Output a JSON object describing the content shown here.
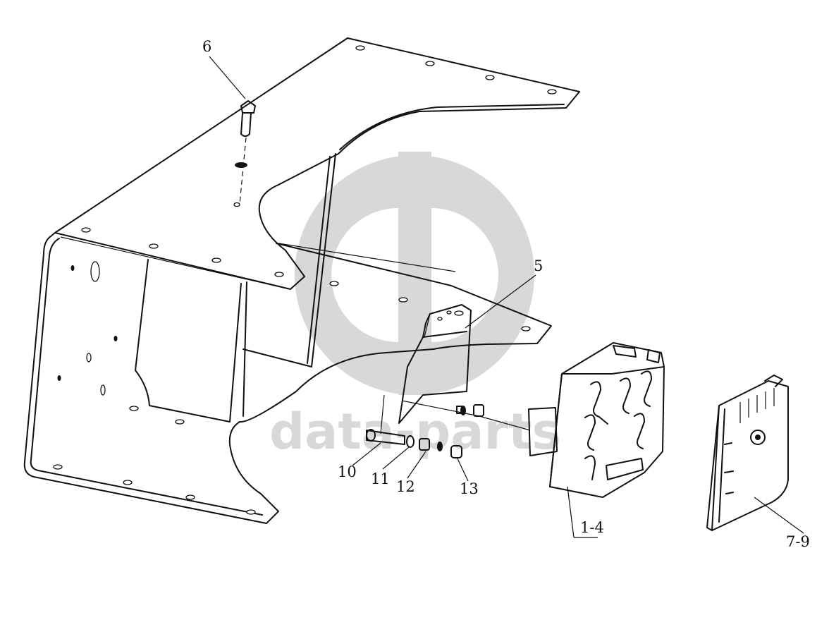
{
  "watermark": {
    "text": "data-parts",
    "color": "#d8d8d8"
  },
  "callouts": {
    "part_6": "6",
    "part_5": "5",
    "part_10": "10",
    "part_11": "11",
    "part_12": "12",
    "part_13": "13",
    "part_1_4": "1-4",
    "part_7_9": "7-9"
  },
  "icons": {
    "watermark_logo": "dp-monogram-icon"
  }
}
